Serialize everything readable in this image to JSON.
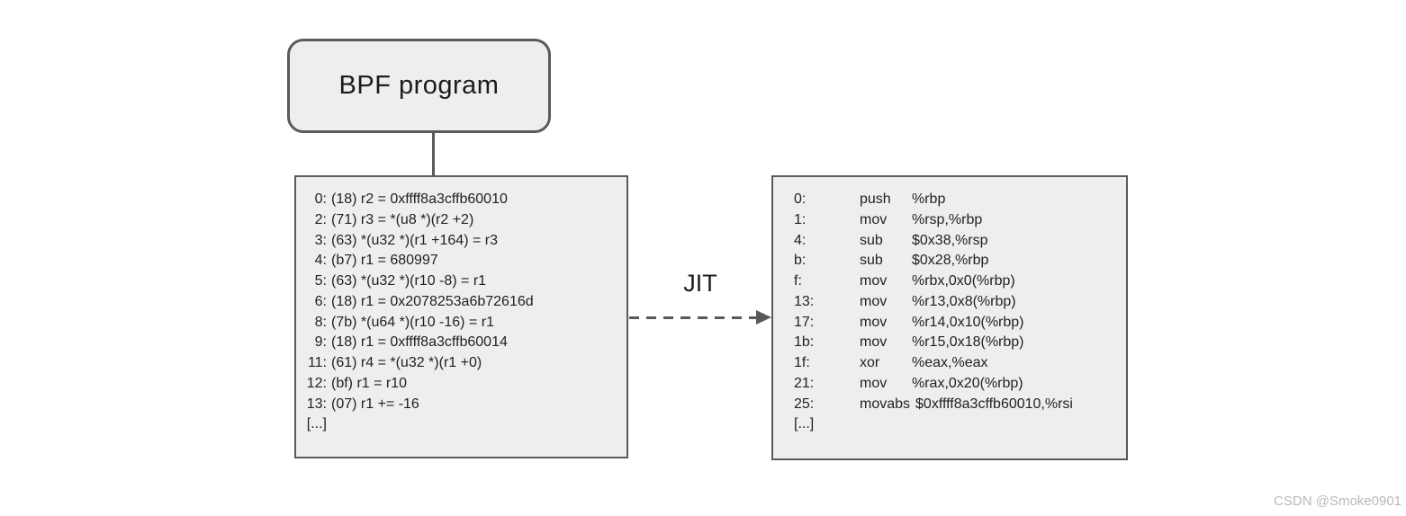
{
  "diagram": {
    "bpf_label": "BPF program",
    "jit_label": "JIT"
  },
  "bytecode_box": {
    "lines": [
      {
        "off": "0:",
        "text": "(18) r2 = 0xffff8a3cffb60010"
      },
      {
        "off": "2:",
        "text": "(71) r3 = *(u8 *)(r2 +2)"
      },
      {
        "off": "3:",
        "text": "(63) *(u32 *)(r1 +164) = r3"
      },
      {
        "off": "4:",
        "text": "(b7) r1 = 680997"
      },
      {
        "off": "5:",
        "text": "(63) *(u32 *)(r10 -8) = r1"
      },
      {
        "off": "6:",
        "text": "(18) r1 = 0x2078253a6b72616d"
      },
      {
        "off": "8:",
        "text": "(7b) *(u64 *)(r10 -16) = r1"
      },
      {
        "off": "9:",
        "text": "(18) r1 = 0xffff8a3cffb60014"
      },
      {
        "off": "11:",
        "text": "(61) r4 = *(u32 *)(r1 +0)"
      },
      {
        "off": "12:",
        "text": "(bf) r1 = r10"
      },
      {
        "off": "13:",
        "text": "(07) r1 += -16"
      },
      {
        "off": "[...]",
        "text": ""
      }
    ]
  },
  "jitted_box": {
    "lines": [
      {
        "off": "0:",
        "mn": "push",
        "args": "%rbp"
      },
      {
        "off": "1:",
        "mn": "mov",
        "args": "%rsp,%rbp"
      },
      {
        "off": "4:",
        "mn": "sub",
        "args": "$0x38,%rsp"
      },
      {
        "off": "b:",
        "mn": "sub",
        "args": "$0x28,%rbp"
      },
      {
        "off": "f:",
        "mn": "mov",
        "args": "%rbx,0x0(%rbp)"
      },
      {
        "off": "13:",
        "mn": "mov",
        "args": "%r13,0x8(%rbp)"
      },
      {
        "off": "17:",
        "mn": "mov",
        "args": "%r14,0x10(%rbp)"
      },
      {
        "off": "1b:",
        "mn": "mov",
        "args": "%r15,0x18(%rbp)"
      },
      {
        "off": "1f:",
        "mn": "xor",
        "args": "%eax,%eax"
      },
      {
        "off": "21:",
        "mn": "mov",
        "args": "%rax,0x20(%rbp)"
      },
      {
        "off": "25:",
        "mn": "movabs",
        "args": "$0xffff8a3cffb60010,%rsi"
      },
      {
        "off": "[...]",
        "mn": "",
        "args": ""
      }
    ]
  },
  "watermark": "CSDN @Smoke0901",
  "colors": {
    "background": "#ffffff",
    "box_fill": "#eeeeee",
    "box_border": "#5a5a5a",
    "text": "#222222",
    "arrow": "#595959",
    "watermark": "#b9b9bd"
  }
}
